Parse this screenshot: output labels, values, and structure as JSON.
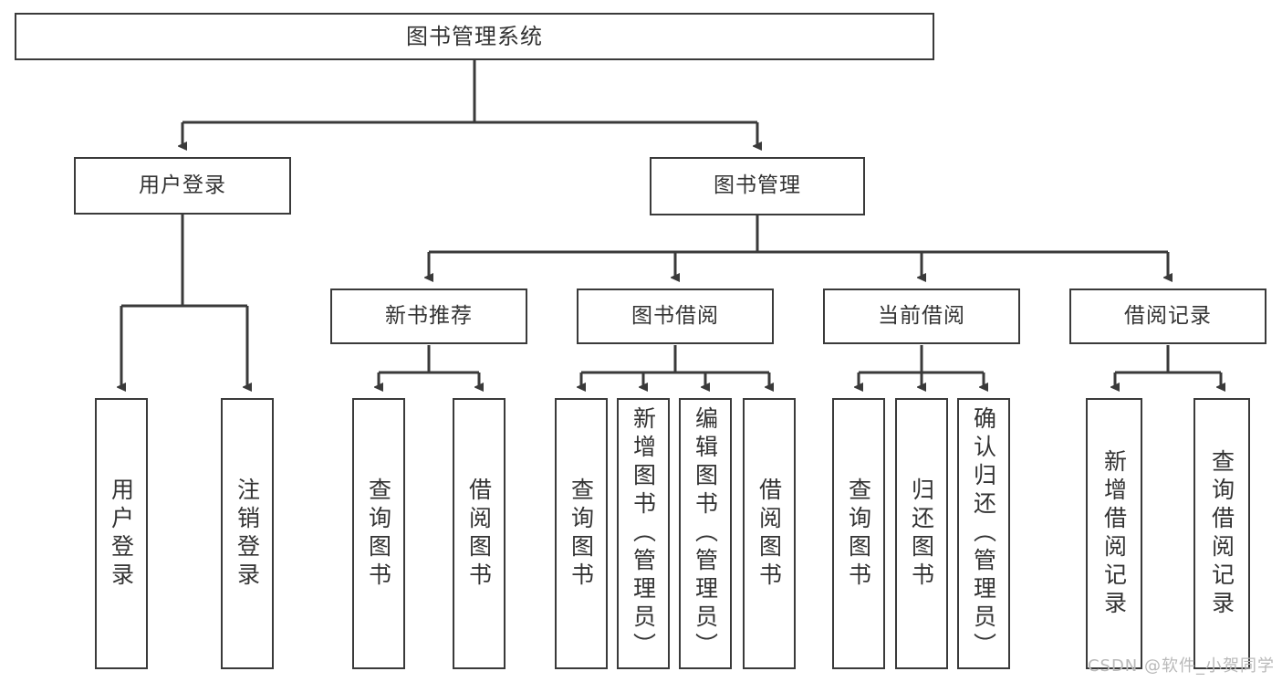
{
  "diagram": {
    "title": "图书管理系统",
    "watermark": "CSDN @软件_小贺同学",
    "line_color": "#3a3a3a",
    "text_color": "#333333",
    "background": "#ffffff"
  },
  "nodes": {
    "root": {
      "label": "图书管理系统"
    },
    "level2": [
      {
        "label": "用户登录"
      },
      {
        "label": "图书管理"
      }
    ],
    "level3": [
      {
        "label": "新书推荐"
      },
      {
        "label": "图书借阅"
      },
      {
        "label": "当前借阅"
      },
      {
        "label": "借阅记录"
      }
    ],
    "leaves": {
      "user_login": [
        {
          "label": "用户登录"
        },
        {
          "label": "注销登录"
        }
      ],
      "new_book": [
        {
          "label": "查询图书"
        },
        {
          "label": "借阅图书"
        }
      ],
      "book_borrow": [
        {
          "label": "查询图书"
        },
        {
          "label": "新增图书（管理员）"
        },
        {
          "label": "编辑图书（管理员）"
        },
        {
          "label": "借阅图书"
        }
      ],
      "current_borrow": [
        {
          "label": "查询图书"
        },
        {
          "label": "归还图书"
        },
        {
          "label": "确认归还（管理员）"
        }
      ],
      "borrow_record": [
        {
          "label": "新增借阅记录"
        },
        {
          "label": "查询借阅记录"
        }
      ]
    }
  }
}
